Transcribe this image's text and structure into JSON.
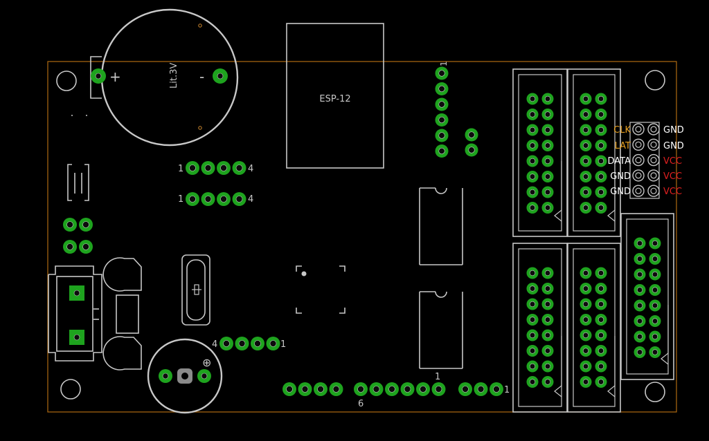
{
  "board": {
    "outline_color": "#b06a10",
    "silk_color": "#c8c8c8",
    "pad_color": "#1ea31e"
  },
  "battery": {
    "name": "Lit.3V",
    "plus": "+",
    "minus": "-"
  },
  "module": {
    "name": "ESP-12"
  },
  "labels": {
    "pin1_vertical": "1",
    "h4a_left": "1",
    "h4a_right": "4",
    "h4b_left": "1",
    "h4b_right": "4",
    "h4c_left": "4",
    "h4c_right": "1",
    "ic_pin1": "1",
    "bottom_six": "6",
    "bottom_right_1": "1",
    "polarized_plus": "⊕"
  },
  "connector_pins": [
    {
      "left": "CLK",
      "left_color": "#e8a020",
      "right": "GND",
      "right_color": "#ffffff"
    },
    {
      "left": "LAT",
      "left_color": "#e8a020",
      "right": "GND",
      "right_color": "#ffffff"
    },
    {
      "left": "DATA",
      "left_color": "#ffffff",
      "right": "VCC",
      "right_color": "#e02020"
    },
    {
      "left": "GND",
      "left_color": "#ffffff",
      "right": "VCC",
      "right_color": "#e02020"
    },
    {
      "left": "GND",
      "left_color": "#ffffff",
      "right": "VCC",
      "right_color": "#e02020"
    }
  ]
}
